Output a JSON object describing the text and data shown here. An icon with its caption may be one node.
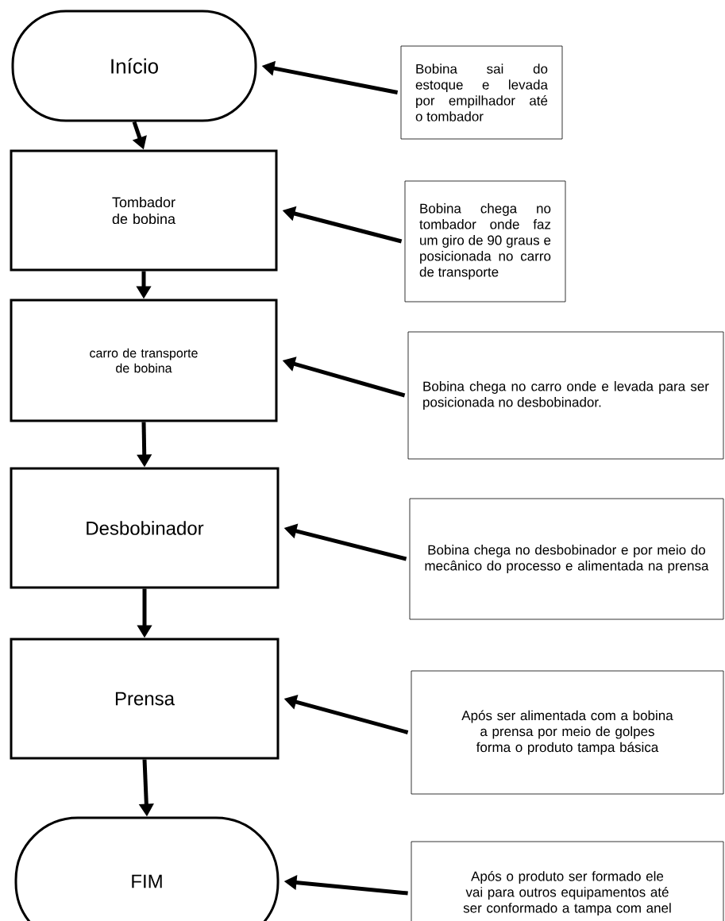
{
  "diagram": {
    "nodes": [
      {
        "text": [
          "Início"
        ]
      },
      {
        "text": [
          "Bobina sai do estoque e levada por empilhador até o tombador"
        ]
      },
      {
        "text": [
          "Tombador de bobina"
        ]
      },
      {
        "text": [
          "Bobina chega no tombador onde faz um giro de 90 graus e posicionada no carro de transporte"
        ]
      },
      {
        "text": [
          "carro de transporte de bobina"
        ]
      },
      {
        "text": [
          "Bobina chega no carro onde e levada para ser posicionada no desbobinador."
        ]
      },
      {
        "text": [
          "Desbobinador"
        ]
      },
      {
        "text": [
          "Bobina chega no desbobinador e por meio do mecânico do processo e alimentada na prensa"
        ]
      },
      {
        "text": [
          "Prensa"
        ]
      },
      {
        "text": [
          "Após ser alimentada com a bobina a prensa por meio de golpes forma o produto tampa básica"
        ]
      },
      {
        "text": [
          "FIM"
        ]
      },
      {
        "text": [
          "Após o produto ser formado ele vai para outros equipamentos até ser conformado a tampa com anel"
        ]
      }
    ],
    "edges": [
      {
        "from": 0,
        "to": 2,
        "arrow": "to"
      },
      {
        "from": 2,
        "to": 4,
        "arrow": "to"
      },
      {
        "from": 4,
        "to": 6,
        "arrow": "to"
      },
      {
        "from": 6,
        "to": 8,
        "arrow": "to"
      },
      {
        "from": 8,
        "to": 10,
        "arrow": "to"
      },
      {
        "from": 1,
        "to": 0,
        "arrow": "to"
      },
      {
        "from": 3,
        "to": 2,
        "arrow": "to"
      },
      {
        "from": 5,
        "to": 4,
        "arrow": "to"
      },
      {
        "from": 7,
        "to": 6,
        "arrow": "to"
      },
      {
        "from": 9,
        "to": 8,
        "arrow": "to"
      },
      {
        "from": 11,
        "to": 10,
        "arrow": "to"
      }
    ]
  }
}
